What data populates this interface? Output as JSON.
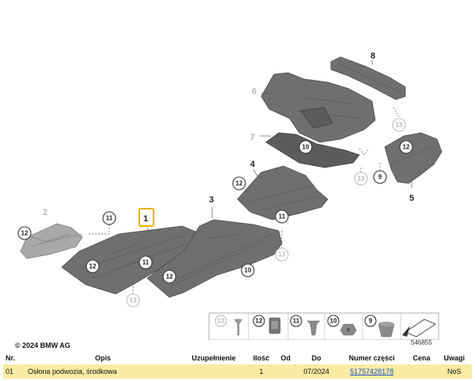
{
  "footer": {
    "copyright": "© 2024 BMW AG",
    "diagram_number": "546855"
  },
  "callouts": {
    "main_part": "1",
    "p2": "2",
    "p3": "3",
    "p4": "4",
    "p5": "5",
    "p6": "6",
    "p7": "7",
    "p8": "8",
    "p9": "9",
    "c10": "10",
    "c11": "11",
    "c12": "12",
    "c13": "13"
  },
  "legend": {
    "items": [
      "13",
      "12",
      "11",
      "10",
      "9"
    ]
  },
  "table": {
    "headers": {
      "nr": "Nr.",
      "opis": "Opis",
      "uzupelnienie": "Uzupełnienie",
      "ilosc": "Ilość",
      "od": "Od",
      "do": "Do",
      "numer": "Numer części",
      "cena": "Cena",
      "uwagi": "Uwagi"
    },
    "rows": [
      {
        "nr": "01",
        "opis": "Osłona podwozia, środkowa",
        "uzupelnienie": "",
        "ilosc": "1",
        "od": "",
        "do": "07/2024",
        "numer": "51757428178",
        "cena": "",
        "uwagi": "NoS"
      }
    ]
  },
  "colors": {
    "highlight": "#e8b100",
    "row_highlight": "#f9eba2",
    "link": "#1a4fd0"
  }
}
